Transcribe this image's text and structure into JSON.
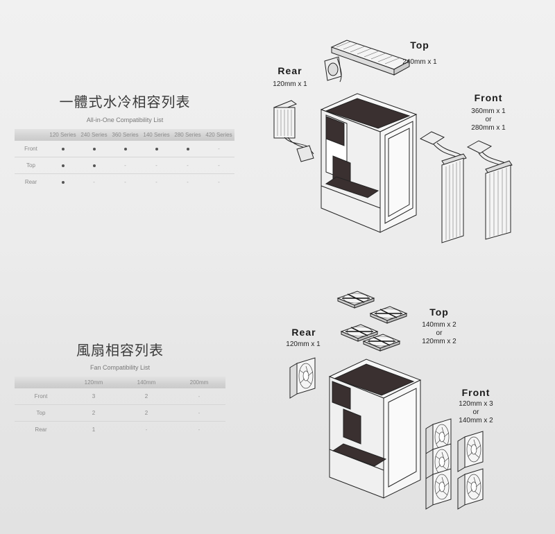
{
  "aio": {
    "title": "一體式水冷相容列表",
    "subtitle": "All-in-One Compatibility List",
    "columns": [
      "",
      "120 Series",
      "240 Series",
      "360 Series",
      "140 Series",
      "280 Series",
      "420 Series"
    ],
    "rows": [
      {
        "label": "Front",
        "cells": [
          "dot",
          "dot",
          "dot",
          "dot",
          "dot",
          "-"
        ]
      },
      {
        "label": "Top",
        "cells": [
          "dot",
          "dot",
          "-",
          "-",
          "-",
          "-"
        ]
      },
      {
        "label": "Rear",
        "cells": [
          "dot",
          "-",
          "-",
          "-",
          "-",
          "-"
        ]
      }
    ],
    "illustration": {
      "top": {
        "heading": "Top",
        "detail": "240mm x 1"
      },
      "rear": {
        "heading": "Rear",
        "detail": "120mm x 1"
      },
      "front": {
        "heading": "Front",
        "detail": "360mm x 1\nor\n280mm x 1"
      }
    }
  },
  "fan": {
    "title": "風扇相容列表",
    "subtitle": "Fan Compatibility List",
    "columns": [
      "",
      "120mm",
      "140mm",
      "200mm"
    ],
    "rows": [
      {
        "label": "Front",
        "cells": [
          "3",
          "2",
          "-"
        ]
      },
      {
        "label": "Top",
        "cells": [
          "2",
          "2",
          "-"
        ]
      },
      {
        "label": "Rear",
        "cells": [
          "1",
          "-",
          "-"
        ]
      }
    ],
    "illustration": {
      "top": {
        "heading": "Top",
        "detail": "140mm x 2\nor\n120mm x 2"
      },
      "rear": {
        "heading": "Rear",
        "detail": "120mm x 1"
      },
      "front": {
        "heading": "Front",
        "detail": "120mm x 3\nor\n140mm x 2"
      }
    }
  }
}
